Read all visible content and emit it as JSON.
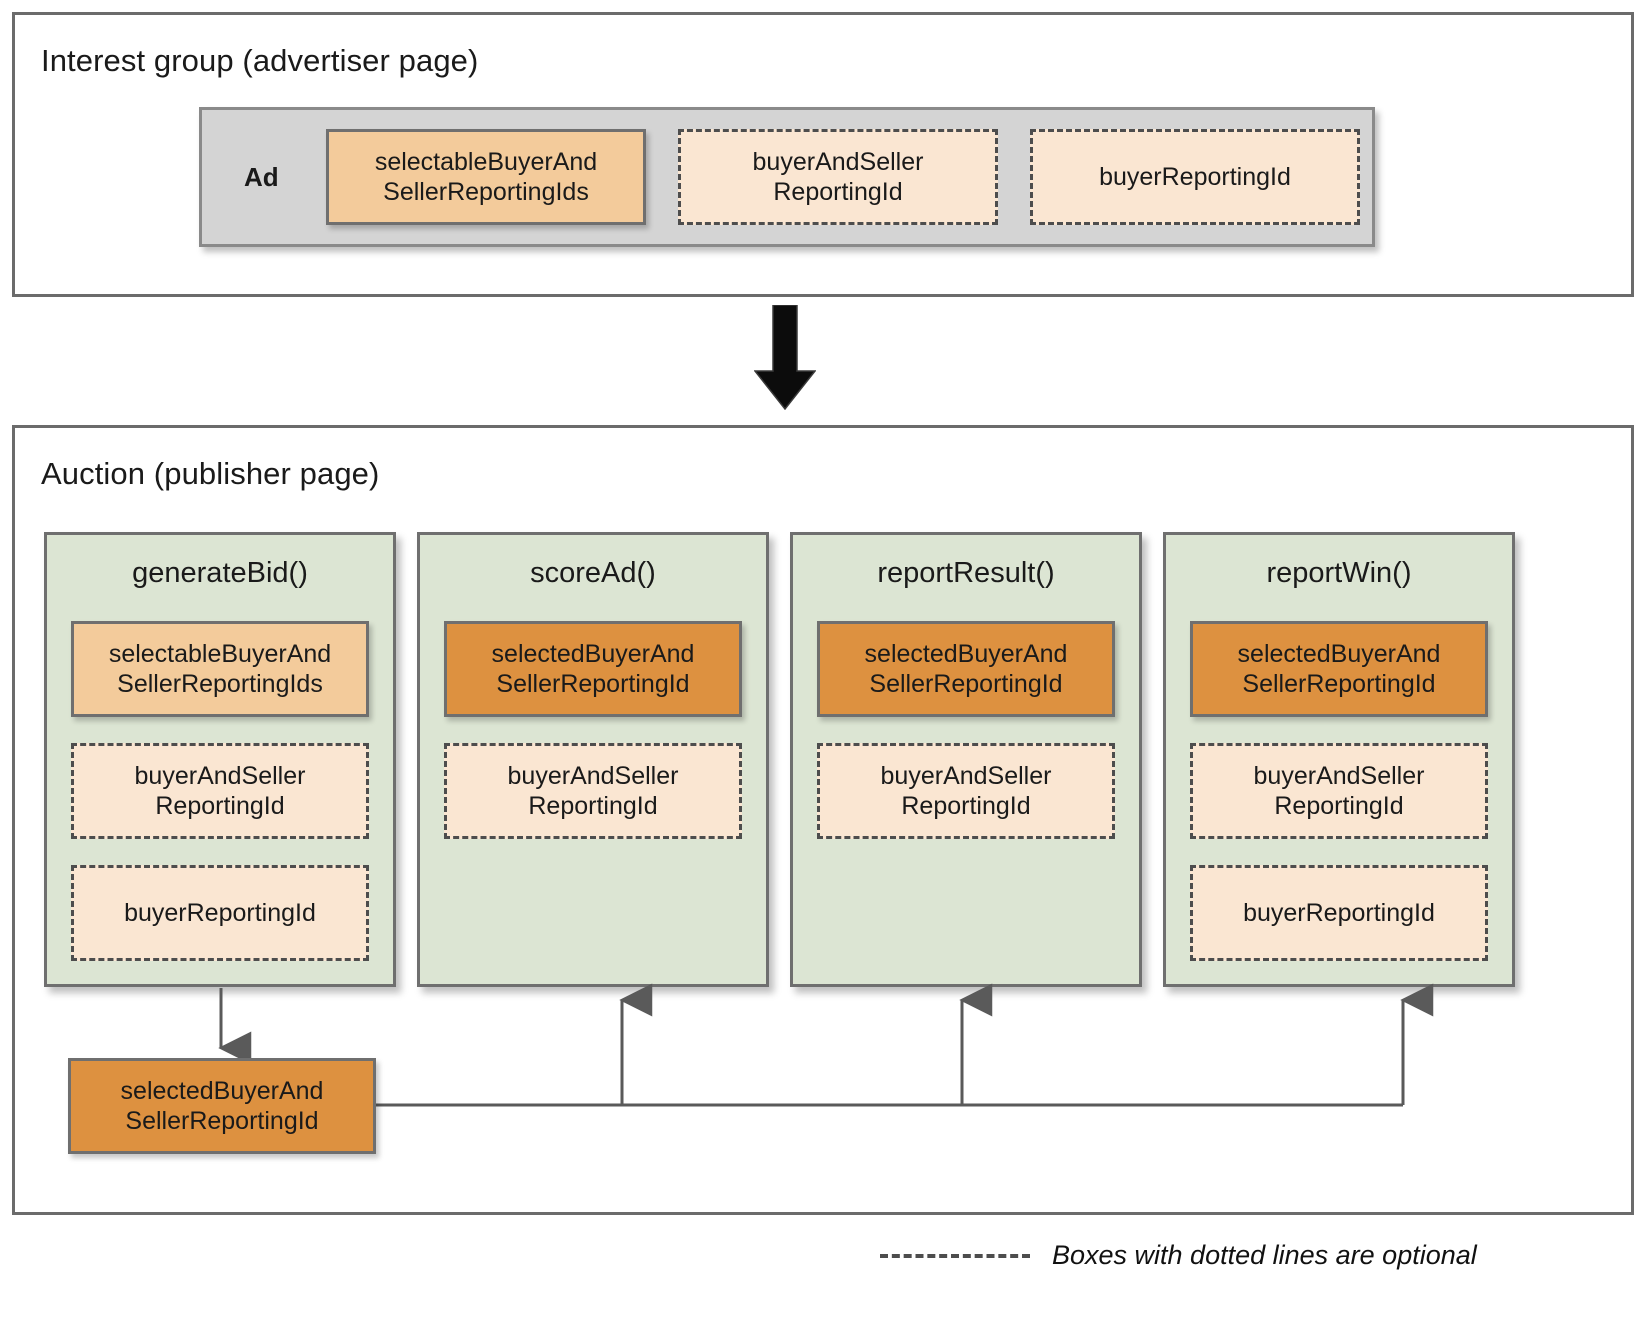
{
  "diagram": {
    "title_top": "Interest group (advertiser page)",
    "title_bottom": "Auction (publisher page)",
    "colors": {
      "solid_light_orange": "#f3cb9b",
      "solid_dark_orange": "#dd9140",
      "dashed_fill": "#fae6d2",
      "function_green": "#dce5d3",
      "ad_grey": "#d4d4d4",
      "border_grey": "#6f6f6f",
      "connector_grey": "#5a5a5a",
      "arrow_black": "#0c0c0c"
    }
  },
  "interest_group": {
    "title": "Interest group (advertiser page)",
    "ad_label": "Ad",
    "chips": [
      {
        "label": "selectableBuyerAnd\nSellerReportingIds",
        "style": "solid-light",
        "optional": false
      },
      {
        "label": "buyerAndSeller\nReportingId",
        "style": "dashed",
        "optional": true
      },
      {
        "label": "buyerReportingId",
        "style": "dashed",
        "optional": true
      }
    ]
  },
  "flow_arrow": {
    "direction": "down",
    "icon": "down-arrow-icon"
  },
  "auction": {
    "title": "Auction (publisher page)",
    "functions": [
      {
        "name": "generateBid()",
        "chips": [
          {
            "label": "selectableBuyerAnd\nSellerReportingIds",
            "style": "solid-light",
            "optional": false
          },
          {
            "label": "buyerAndSeller\nReportingId",
            "style": "dashed",
            "optional": true
          },
          {
            "label": "buyerReportingId",
            "style": "dashed",
            "optional": true
          }
        ]
      },
      {
        "name": "scoreAd()",
        "chips": [
          {
            "label": "selectedBuyerAnd\nSellerReportingId",
            "style": "solid-dark",
            "optional": false
          },
          {
            "label": "buyerAndSeller\nReportingId",
            "style": "dashed",
            "optional": true
          }
        ]
      },
      {
        "name": "reportResult()",
        "chips": [
          {
            "label": "selectedBuyerAnd\nSellerReportingId",
            "style": "solid-dark",
            "optional": false
          },
          {
            "label": "buyerAndSeller\nReportingId",
            "style": "dashed",
            "optional": true
          }
        ]
      },
      {
        "name": "reportWin()",
        "chips": [
          {
            "label": "selectedBuyerAnd\nSellerReportingId",
            "style": "solid-dark",
            "optional": false
          },
          {
            "label": "buyerAndSeller\nReportingId",
            "style": "dashed",
            "optional": true
          },
          {
            "label": "buyerReportingId",
            "style": "dashed",
            "optional": true
          }
        ]
      }
    ],
    "output_node": {
      "label": "selectedBuyerAnd\nSellerReportingId",
      "style": "solid-dark"
    }
  },
  "legend": {
    "text": "Boxes with dotted lines are optional",
    "sample": "dashed-line-sample"
  }
}
